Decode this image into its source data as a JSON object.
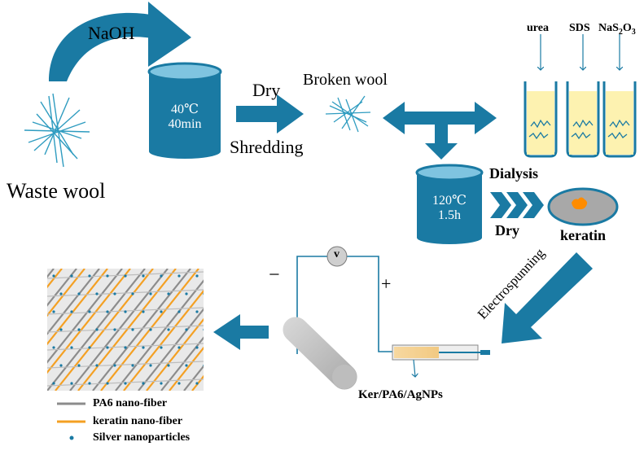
{
  "labels": {
    "naoh": "NaOH",
    "waste_wool": "Waste wool",
    "dry1": "Dry",
    "shredding": "Shredding",
    "broken_wool": "Broken wool",
    "urea": "urea",
    "sds": "SDS",
    "na2s2o3_base": "NaS",
    "na2s2o3_sub1": "2",
    "na2s2o3_o": "O",
    "na2s2o3_sub2": "3",
    "dialysis": "Dialysis",
    "dry2": "Dry",
    "keratin": "keratin",
    "electrospunning": "Electrospunning",
    "minus": "−",
    "plus": "+",
    "voltmeter": "v",
    "product": "Ker/PA6/AgNPs"
  },
  "cylinders": {
    "c1_line1": "40℃",
    "c1_line2": "40min",
    "c2_line1": "120℃",
    "c2_line2": "1.5h"
  },
  "legend": {
    "pa6": "PA6 nano-fiber",
    "keratin": "keratin nano-fiber",
    "silver": "Silver nanoparticles"
  },
  "colors": {
    "arrow_blue": "#1a7aa3",
    "cyl_top": "#7fc4e0",
    "fiber_orange": "#f4a023",
    "fiber_gray": "#8c8c8c",
    "tube_fill": "#fdf2b0",
    "keratin_spot": "#ff8c00"
  }
}
